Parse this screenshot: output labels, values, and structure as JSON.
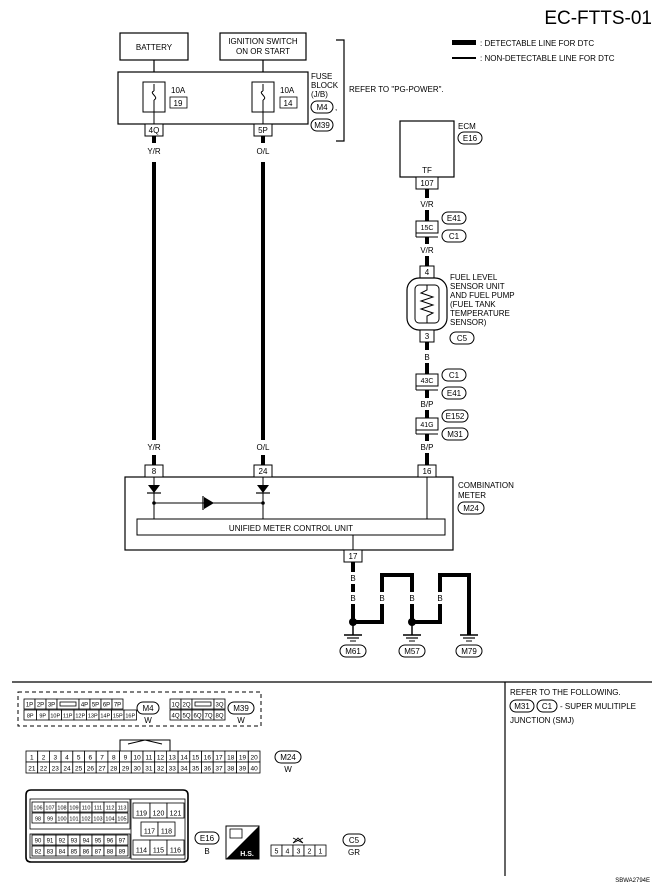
{
  "title": "EC-FTTS-01",
  "legend": {
    "detectable": ": DETECTABLE LINE FOR DTC",
    "non_detectable": ": NON-DETECTABLE LINE FOR DTC"
  },
  "battery": "BATTERY",
  "ignition": [
    "IGNITION SWITCH",
    "ON OR START"
  ],
  "fuse_block": {
    "label": [
      "FUSE",
      "BLOCK",
      "(J/B)"
    ],
    "fuse1_amp": "10A",
    "fuse1_num": "19",
    "fuse2_amp": "10A",
    "fuse2_num": "14",
    "conn1": "M4",
    "conn2": "M39",
    "pin1": "4Q",
    "pin2": "5P",
    "refer": "REFER TO \"PG-POWER\"."
  },
  "wires": {
    "yr_top": "Y/R",
    "ol_top": "O/L",
    "yr_bot": "Y/R",
    "ol_bot": "O/L",
    "vr1": "V/R",
    "vr2": "V/R",
    "b_sensor": "B",
    "bp1": "B/P",
    "bp2": "B/P",
    "b_meter": "B",
    "b1": "B",
    "b2": "B",
    "b3": "B",
    "b4": "B"
  },
  "ecm": {
    "label": "ECM",
    "conn": "E16",
    "terminal": "TF",
    "pin": "107"
  },
  "joint1": {
    "pin": "15C",
    "conn1": "E41",
    "conn2": "C1"
  },
  "sensor": {
    "label": [
      "FUEL  LEVEL",
      "SENSOR UNIT",
      "AND FUEL PUMP",
      "(FUEL TANK",
      "TEMPERATURE",
      "SENSOR)"
    ],
    "conn": "C5",
    "pin_top": "4",
    "pin_bot": "3"
  },
  "joint2": {
    "pin": "43C",
    "conn1": "C1",
    "conn2": "E41"
  },
  "joint3": {
    "pin": "41G",
    "conn1": "E152",
    "conn2": "M31"
  },
  "meter": {
    "label": [
      "COMBINATION",
      "METER"
    ],
    "conn": "M24",
    "pin8": "8",
    "pin24": "24",
    "pin16": "16",
    "pin17": "17",
    "unit": "UNIFIED METER CONTROL UNIT"
  },
  "grounds": [
    "M61",
    "M57",
    "M79"
  ],
  "connectors": {
    "m4_row1": [
      "1P",
      "2P",
      "3P",
      "",
      "4P",
      "5P",
      "6P",
      "7P"
    ],
    "m4_row2": [
      "8P",
      "9P",
      "10P",
      "11P",
      "12P",
      "13P",
      "14P",
      "15P",
      "16P"
    ],
    "m4": "M4",
    "m4_color": "W",
    "m39_row1": [
      "1Q",
      "2Q",
      "",
      "3Q"
    ],
    "m39_row2": [
      "4Q",
      "5Q",
      "6Q",
      "7Q",
      "8Q"
    ],
    "m39": "M39",
    "m39_color": "W",
    "m24_row1": [
      "1",
      "2",
      "3",
      "4",
      "5",
      "6",
      "7",
      "8",
      "9",
      "10",
      "11",
      "12",
      "13",
      "14",
      "15",
      "16",
      "17",
      "18",
      "19",
      "20"
    ],
    "m24_row2": [
      "21",
      "22",
      "23",
      "24",
      "25",
      "26",
      "27",
      "28",
      "29",
      "30",
      "31",
      "32",
      "33",
      "34",
      "35",
      "36",
      "37",
      "38",
      "39",
      "40"
    ],
    "m24": "M24",
    "m24_color": "W",
    "e16_r1": [
      "106",
      "107",
      "108",
      "109",
      "110",
      "111",
      "112",
      "113"
    ],
    "e16_r2": [
      "98",
      "99",
      "100",
      "101",
      "102",
      "103",
      "104",
      "105"
    ],
    "e16_r3": [
      "90",
      "91",
      "92",
      "93",
      "94",
      "95",
      "96",
      "97"
    ],
    "e16_r4": [
      "82",
      "83",
      "84",
      "85",
      "86",
      "87",
      "88",
      "89"
    ],
    "e16_c1": [
      "119",
      "120",
      "121"
    ],
    "e16_c2": [
      "117",
      "118"
    ],
    "e16_c3": [
      "114",
      "115",
      "116"
    ],
    "e16": "E16",
    "e16_color": "B",
    "hs": "H.S.",
    "c5_pins": [
      "5",
      "4",
      "3",
      "2",
      "1"
    ],
    "c5": "C5",
    "c5_color": "GR"
  },
  "refer_note": {
    "line1": "REFER TO THE FOLLOWING.",
    "conn1": "M31",
    "conn2": "C1",
    "line2": "- SUPER MULITIPLE",
    "line3": "JUNCTION (SMJ)"
  },
  "code": "SBWA2794E"
}
